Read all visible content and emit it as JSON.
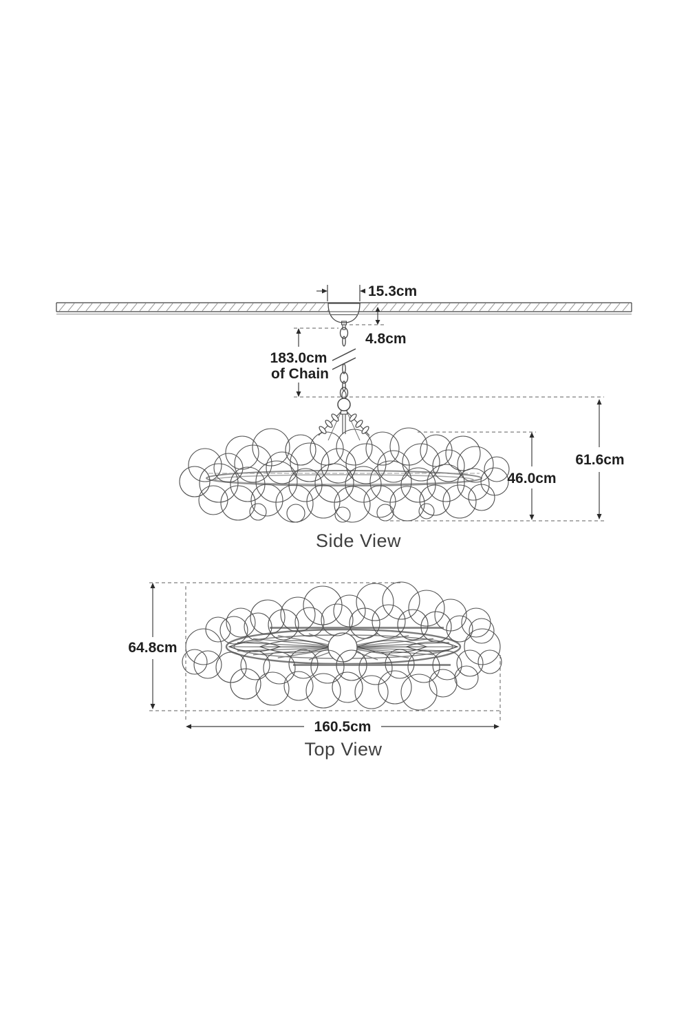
{
  "title": "Chandelier dimension drawing",
  "side_view": {
    "label": "Side View",
    "canopy_width": "15.3cm",
    "canopy_height": "4.8cm",
    "chain_length_line1": "183.0cm",
    "chain_length_line2": "of Chain",
    "overall_height": "61.6cm",
    "fixture_height": "46.0cm"
  },
  "top_view": {
    "label": "Top View",
    "depth": "64.8cm",
    "width": "160.5cm"
  },
  "colors": {
    "line_ink": "#474747",
    "dimension_ink": "#1f1f1f",
    "dashed": "#5c5c5c",
    "hatch": "#9a9a9a",
    "frame_gray": "#8a8a8a",
    "background": "#ffffff"
  }
}
